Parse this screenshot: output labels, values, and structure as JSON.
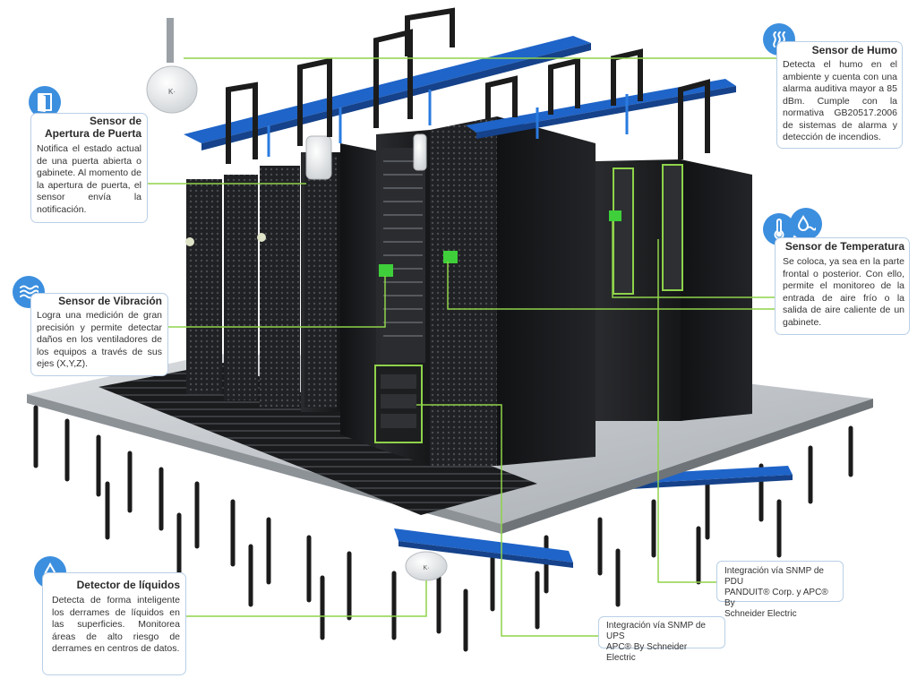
{
  "colors": {
    "accent_blue": "#3c8fde",
    "leader_green": "#8fd34a",
    "rack_black": "#1e1f21",
    "cable_blue": "#1f64c8",
    "floor_gray": "#bfc3c7",
    "box_border": "#b9cfe6"
  },
  "callouts": {
    "smoke": {
      "icon": "smoke-icon",
      "title": "Sensor de Humo",
      "body": "Detecta el humo en el ambiente y cuenta con una alarma auditiva mayor a 85 dBm. Cumple con la normativa GB20517.2006 de sistemas de alarma y detección de incendios."
    },
    "door": {
      "icon": "door-icon",
      "title_line1": "Sensor de",
      "title_line2": "Apertura de Puerta",
      "body": "Notifica el estado actual de una puerta abierta o gabinete. Al momento de la apertura de puerta, el sensor envía la notificación."
    },
    "vibration": {
      "icon": "vibration-icon",
      "title": "Sensor de Vibración",
      "body": "Logra una medición de gran precisión y permite detectar daños en los ventiladores de los equipos a través de sus ejes (X,Y,Z)."
    },
    "temperature": {
      "icons": [
        "thermometer-icon",
        "humidity-icon"
      ],
      "title": "Sensor de Temperatura",
      "body": "Se coloca, ya sea en la parte frontal o posterior. Con ello, permite el monitoreo de la entrada de aire frío o la salida de aire caliente de un gabinete."
    },
    "liquid": {
      "icon": "droplet-icon",
      "title": "Detector de líquidos",
      "body": "Detecta de forma inteligente los derrames de líquidos en las superficies. Monitorea áreas de alto riesgo de derrames en centros de datos."
    }
  },
  "integrations": {
    "pdu": {
      "line1": "Integración vía SNMP de PDU",
      "line2": "PANDUIT® Corp. y APC® By",
      "line3": "Schneider Electric"
    },
    "ups": {
      "line1": "Integración vía SNMP de UPS",
      "line2": "APC® By Schneider Electric"
    }
  },
  "device_mark": "K·"
}
